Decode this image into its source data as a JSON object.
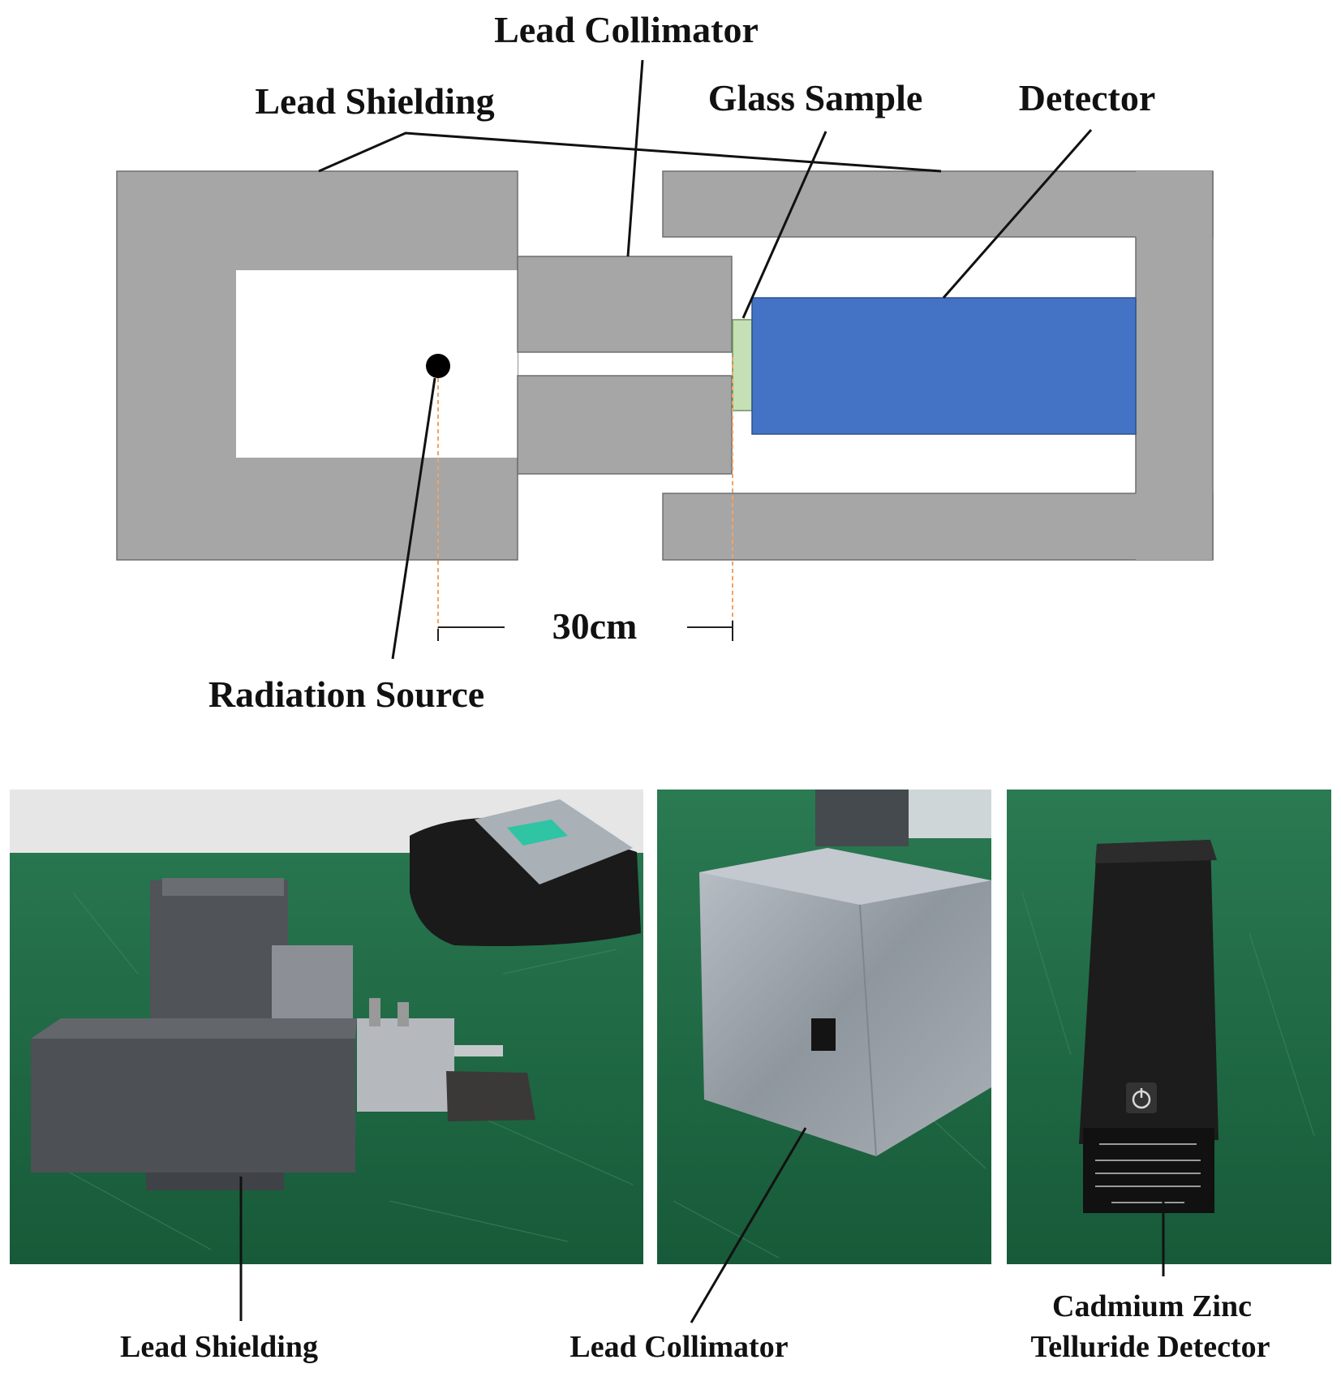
{
  "diagram": {
    "labels": {
      "lead_collimator": "Lead Collimator",
      "lead_shielding": "Lead Shielding",
      "glass_sample": "Glass Sample",
      "detector": "Detector",
      "distance": "30cm",
      "radiation_source": "Radiation Source"
    },
    "colors": {
      "lead": "#a6a6a6",
      "detector": "#4472c4",
      "glass": "#c5e0b4",
      "guide_line": "#f4a261"
    }
  },
  "photos": {
    "labels": {
      "lead_shielding": "Lead Shielding",
      "lead_collimator": "Lead Collimator",
      "detector_line1": "Cadmium Zinc",
      "detector_line2": "Telluride Detector"
    },
    "colors": {
      "bench": "#1f6b45",
      "wall": "#e6e6e6",
      "lead_block": "#4d5055",
      "collimator": "#9aa1a8",
      "detector_body": "#1c1c1c"
    }
  }
}
